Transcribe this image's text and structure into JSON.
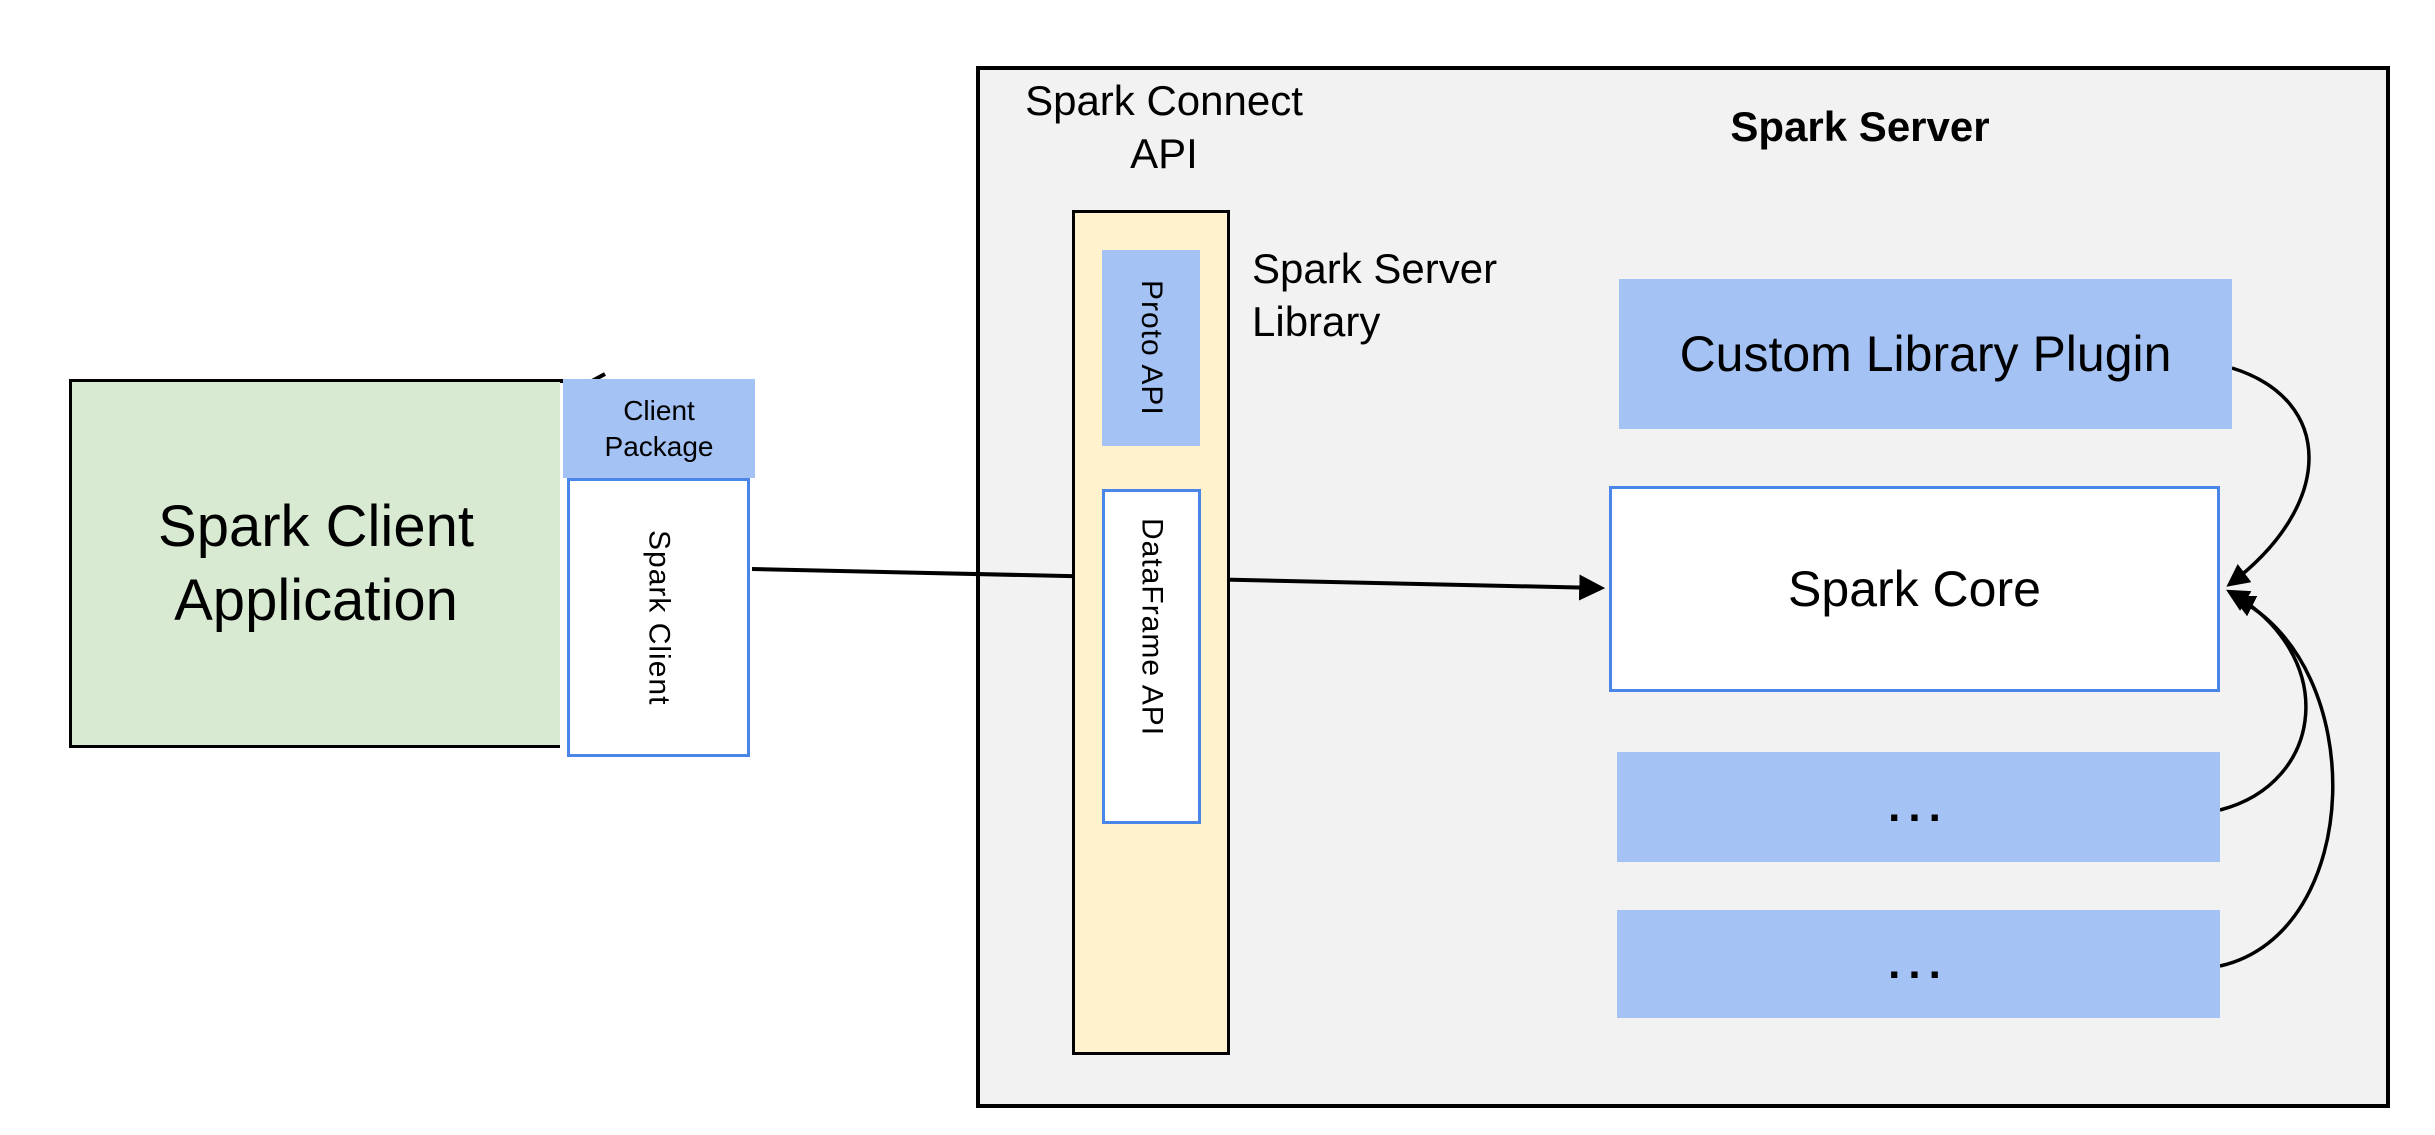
{
  "colors": {
    "background": "#ffffff",
    "container_fill": "#f2f2f2",
    "green_fill": "#d9ead3",
    "blue_fill": "#a4c2f4",
    "yellow_fill": "#fff2cc",
    "white_fill": "#ffffff",
    "blue_border": "#4a86e8",
    "line_color": "#000000",
    "text_color": "#000000"
  },
  "client": {
    "application_label": "Spark Client Application",
    "package_label": "Client Package",
    "spark_client_label": "Spark Client"
  },
  "connect_api": {
    "title": "Spark Connect API",
    "proto_api_label": "Proto API",
    "dataframe_api_label": "DataFrame API",
    "server_library_label": "Spark Server Library"
  },
  "spark_server": {
    "title": "Spark Server",
    "plugin_label": "Custom Library Plugin",
    "core_label": "Spark Core",
    "module_placeholder_1": "...",
    "module_placeholder_2": "..."
  }
}
